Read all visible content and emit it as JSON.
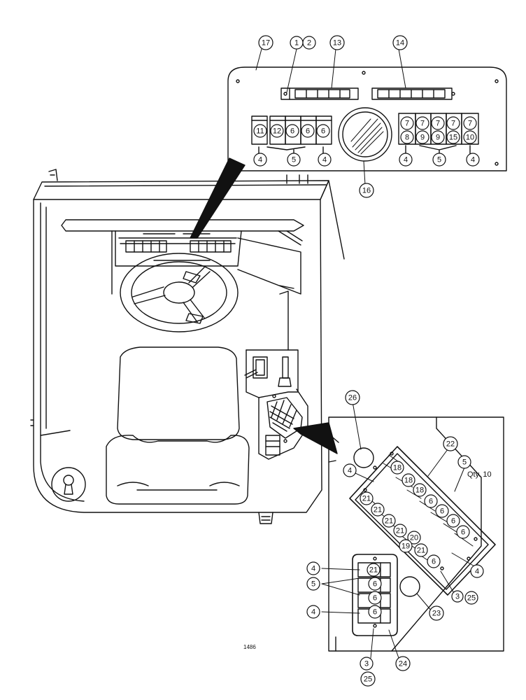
{
  "figure_number": "1486",
  "qty_note": "Qty. 10",
  "colors": {
    "ink": "#111111",
    "paper": "#ffffff"
  },
  "callouts": [
    {
      "id": "c17",
      "label": "17"
    },
    {
      "id": "c1",
      "label": "1"
    },
    {
      "id": "c2",
      "label": "2"
    },
    {
      "id": "c13",
      "label": "13"
    },
    {
      "id": "c14",
      "label": "14"
    },
    {
      "id": "p11",
      "label": "11"
    },
    {
      "id": "p12",
      "label": "12"
    },
    {
      "id": "p6a",
      "label": "6"
    },
    {
      "id": "p6b",
      "label": "6"
    },
    {
      "id": "p6c",
      "label": "6"
    },
    {
      "id": "p7a",
      "label": "7"
    },
    {
      "id": "p7b",
      "label": "7"
    },
    {
      "id": "p7c",
      "label": "7"
    },
    {
      "id": "p7d",
      "label": "7"
    },
    {
      "id": "p7e",
      "label": "7"
    },
    {
      "id": "p8",
      "label": "8"
    },
    {
      "id": "p9a",
      "label": "9"
    },
    {
      "id": "p9b",
      "label": "9"
    },
    {
      "id": "p15",
      "label": "15"
    },
    {
      "id": "p10",
      "label": "10"
    },
    {
      "id": "l4a",
      "label": "4"
    },
    {
      "id": "l5a",
      "label": "5"
    },
    {
      "id": "l4b",
      "label": "4"
    },
    {
      "id": "l4c",
      "label": "4"
    },
    {
      "id": "l5b",
      "label": "5"
    },
    {
      "id": "l4d",
      "label": "4"
    },
    {
      "id": "c16",
      "label": "16"
    },
    {
      "id": "c26",
      "label": "26"
    },
    {
      "id": "c22",
      "label": "22"
    },
    {
      "id": "c5q",
      "label": "5"
    },
    {
      "id": "c4r",
      "label": "4"
    },
    {
      "id": "s18a",
      "label": "18"
    },
    {
      "id": "s18b",
      "label": "18"
    },
    {
      "id": "s18c",
      "label": "18"
    },
    {
      "id": "s21a",
      "label": "21"
    },
    {
      "id": "s21b",
      "label": "21"
    },
    {
      "id": "s21c",
      "label": "21"
    },
    {
      "id": "s21d",
      "label": "21"
    },
    {
      "id": "s20",
      "label": "20"
    },
    {
      "id": "s19",
      "label": "19"
    },
    {
      "id": "s21e",
      "label": "21"
    },
    {
      "id": "s6a",
      "label": "6"
    },
    {
      "id": "s6b",
      "label": "6"
    },
    {
      "id": "s6c",
      "label": "6"
    },
    {
      "id": "s6d",
      "label": "6"
    },
    {
      "id": "s6e",
      "label": "6"
    },
    {
      "id": "c4s",
      "label": "4"
    },
    {
      "id": "b21",
      "label": "21"
    },
    {
      "id": "b6a",
      "label": "6"
    },
    {
      "id": "b6b",
      "label": "6"
    },
    {
      "id": "b6c",
      "label": "6"
    },
    {
      "id": "c4t",
      "label": "4"
    },
    {
      "id": "c5t",
      "label": "5"
    },
    {
      "id": "c4u",
      "label": "4"
    },
    {
      "id": "c23",
      "label": "23"
    },
    {
      "id": "c3a",
      "label": "3"
    },
    {
      "id": "c25a",
      "label": "25"
    },
    {
      "id": "c3b",
      "label": "3"
    },
    {
      "id": "c25b",
      "label": "25"
    },
    {
      "id": "c24",
      "label": "24"
    }
  ]
}
